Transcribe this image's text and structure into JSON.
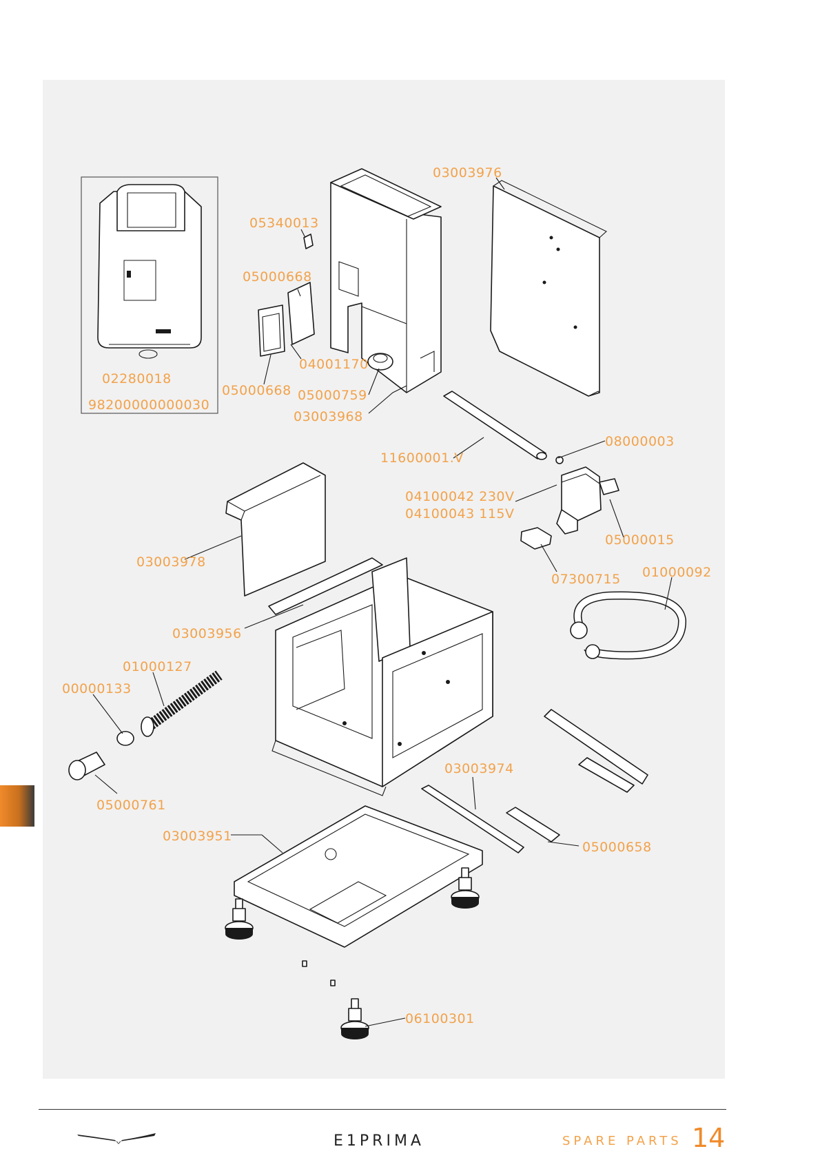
{
  "parts": {
    "boiler_kit": "98200000000030",
    "gasket": "02280018",
    "part_05340013": "05340013",
    "part_05000668_top": "05000668",
    "part_05000668_bottom": "05000668",
    "part_04001170": "04001170",
    "part_05000759": "05000759",
    "part_03003968": "03003968",
    "part_03003976": "03003976",
    "part_11600001": "11600001.V",
    "part_08000003": "08000003",
    "valve_230": "04100042  230V",
    "valve_115": "04100043  115V",
    "part_05000015": "05000015",
    "part_03003978": "03003978",
    "part_07300715": "07300715",
    "part_01000092": "01000092",
    "part_03003956": "03003956",
    "part_01000127": "01000127",
    "part_00000133": "00000133",
    "part_05000761": "05000761",
    "part_03003974": "03003974",
    "part_03003951": "03003951",
    "part_05000658": "05000658",
    "part_06100301": "06100301"
  },
  "footer": {
    "model": "E1PRIMA",
    "section": "SPARE PARTS",
    "page": "14"
  },
  "colors": {
    "accent": "#f2a24a",
    "tab": "#f08a2a"
  }
}
